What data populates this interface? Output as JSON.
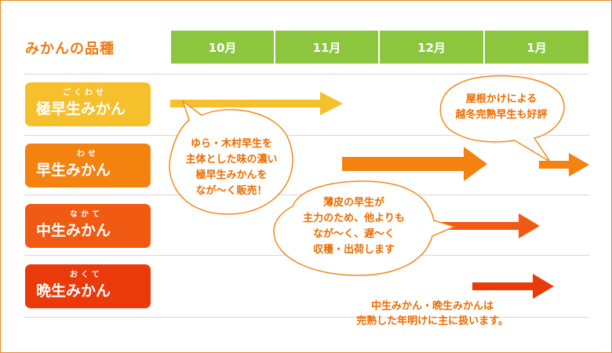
{
  "header": {
    "title": "みかんの品種"
  },
  "months": [
    "10月",
    "11月",
    "12月",
    "1月"
  ],
  "varieties": [
    {
      "ruby": "ごくわせ",
      "name": "極早生みかん",
      "color": "#f6c02c"
    },
    {
      "ruby": "わせ",
      "name": "早生みかん",
      "color": "#f4820f"
    },
    {
      "ruby": "なかて",
      "name": "中生みかん",
      "color": "#f05a13"
    },
    {
      "ruby": "おくて",
      "name": "晩生みかん",
      "color": "#ea3a0a"
    }
  ],
  "bubbles": {
    "gokuwase": "ゆら・木村早生を\n主体とした味の濃い\n極早生みかんを\nなが～く販売！",
    "yane": "屋根かけによる\n越冬完熟早生も好評",
    "usukawa": "薄皮の早生が\n主力のため、他よりも\nなが～く、遅～く\n収穫・出荷します"
  },
  "note": "中生みかん・晩生みかんは\n完熟した年明けに主に扱います。",
  "colors": {
    "accent": "#ec7a16",
    "header_green": "#8cc63f",
    "bubble_border": "#f08a1e"
  }
}
